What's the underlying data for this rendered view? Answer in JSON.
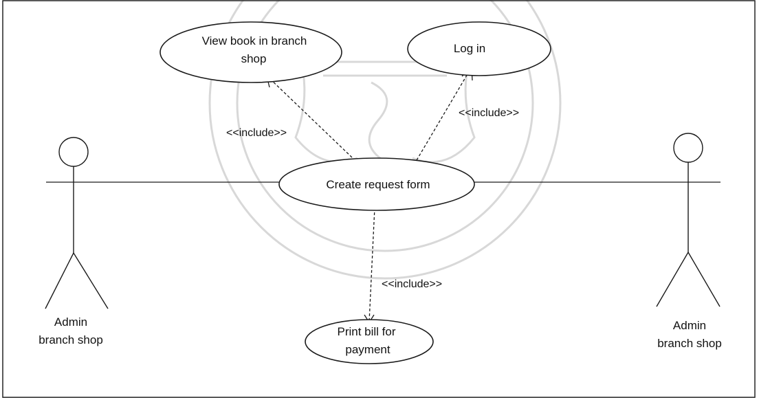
{
  "use_cases": {
    "view_book": {
      "line1": "View book in branch",
      "line2": "shop"
    },
    "login": {
      "label": "Log in"
    },
    "create_request": {
      "label": "Create request form"
    },
    "print_bill": {
      "line1": "Print bill for",
      "line2": "payment"
    }
  },
  "relations": {
    "include_view_book": "<<include>>",
    "include_login": "<<include>>",
    "include_print_bill": "<<include>>"
  },
  "actors": {
    "left": {
      "line1": "Admin",
      "line2": "branch shop"
    },
    "right": {
      "line1": "Admin",
      "line2": "branch shop"
    }
  }
}
